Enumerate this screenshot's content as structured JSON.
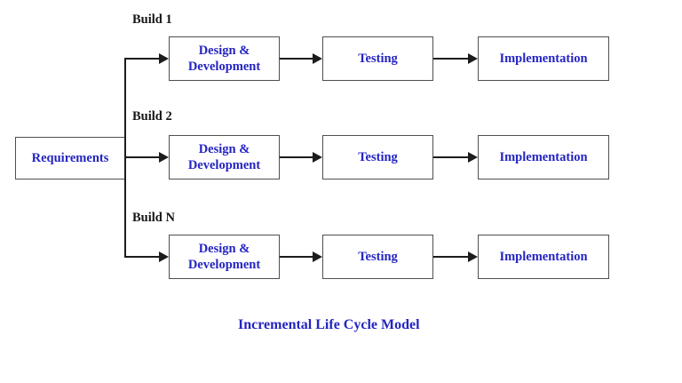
{
  "diagram": {
    "requirements_label": "Requirements",
    "builds": [
      {
        "label": "Build 1",
        "stages": [
          "Design & Development",
          "Testing",
          "Implementation"
        ]
      },
      {
        "label": "Build 2",
        "stages": [
          "Design & Development",
          "Testing",
          "Implementation"
        ]
      },
      {
        "label": "Build N",
        "stages": [
          "Design & Development",
          "Testing",
          "Implementation"
        ]
      }
    ],
    "caption": "Incremental Life Cycle Model",
    "colors": {
      "box_text": "#2424c2",
      "caption_text": "#2424c2",
      "build_label_text": "#161616",
      "box_border": "#4f4f4f",
      "arrow": "#1c1c1c",
      "background": "#ffffff"
    }
  }
}
